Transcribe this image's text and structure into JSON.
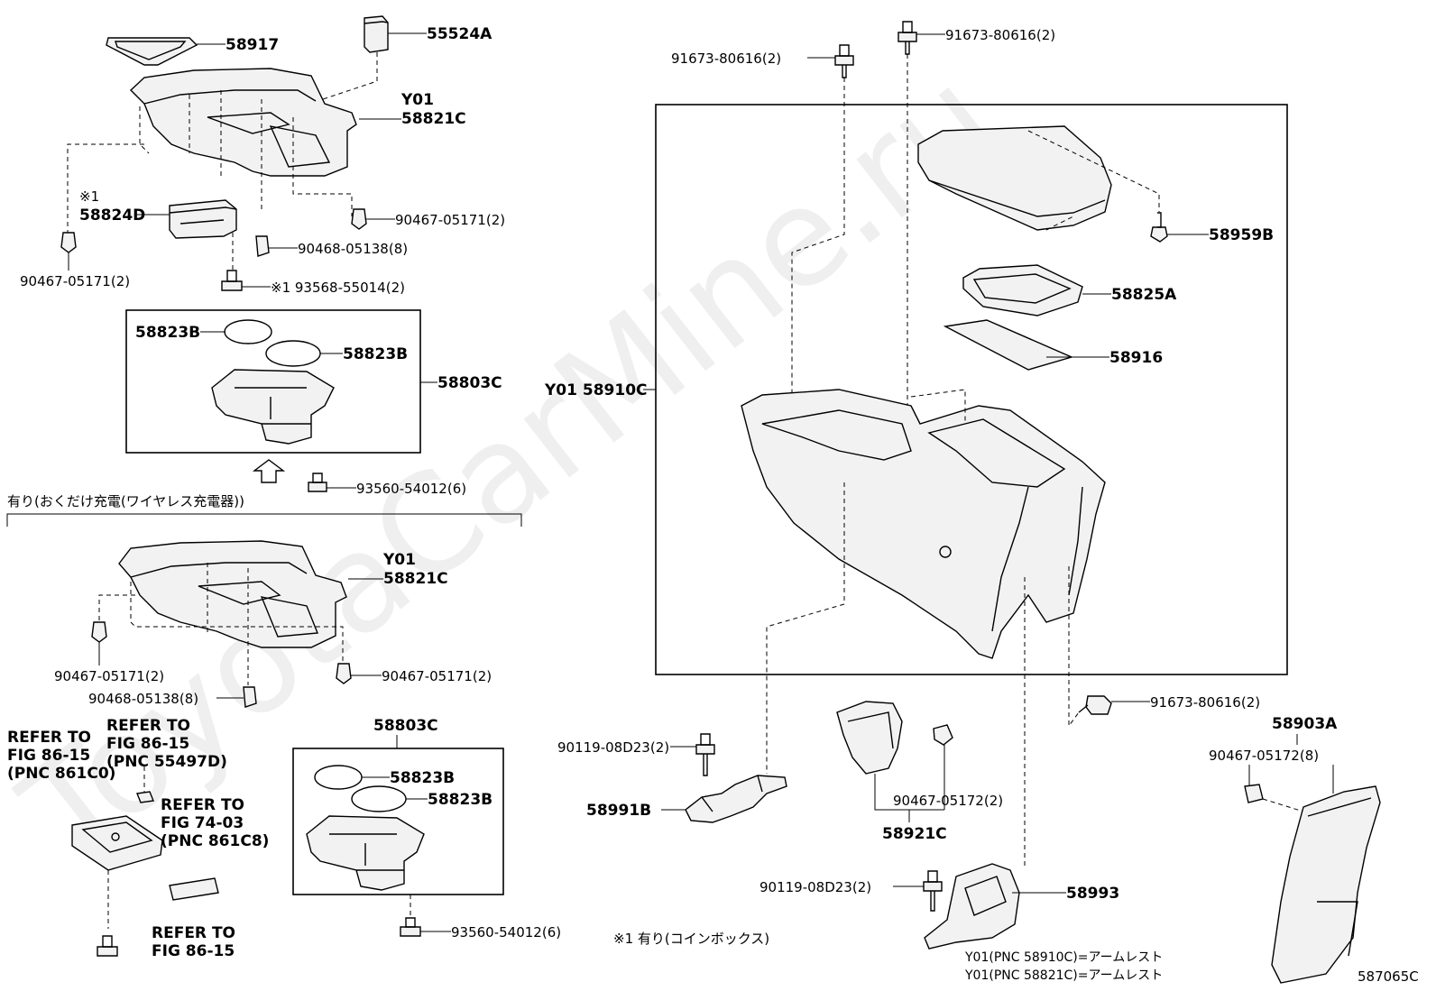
{
  "watermark": "ToyotaCarMine.ru",
  "diagram_code": "587065C",
  "notes": {
    "wireless": "有り(おくだけ充電(ワイヤレス充電器))",
    "coinbox": "※1 有り(コインボックス)",
    "legend1": "Y01(PNC 58910C)=アームレスト",
    "legend2": "Y01(PNC 58821C)=アームレスト"
  },
  "labels": {
    "p58917": "58917",
    "p55524A": "55524A",
    "y01a": "Y01",
    "p58821C_a": "58821C",
    "star1": "※1",
    "p58824D": "58824D",
    "c9046705171a": "90467-05171(2)",
    "c9046705171b": "90467-05171(2)",
    "c9046805138a": "90468-05138(8)",
    "c9356855014": "※1 93568-55014(2)",
    "p58823B_a": "58823B",
    "p58823B_b": "58823B",
    "p58803C_a": "58803C",
    "c9356054012a": "93560-54012(6)",
    "y01b": "Y01",
    "p58821C_b": "58821C",
    "c9046705171c": "90467-05171(2)",
    "c9046705171d": "90467-05171(2)",
    "c9046805138b": "90468-05138(8)",
    "ref1": [
      "REFER TO",
      "FIG 86-15",
      "(PNC 861C0)"
    ],
    "ref2": [
      "REFER TO",
      "FIG 86-15",
      "(PNC 55497D)"
    ],
    "ref3": [
      "REFER TO",
      "FIG 74-03",
      "(PNC 861C8)"
    ],
    "ref4": [
      "REFER TO",
      "FIG 86-15"
    ],
    "p58803C_b": "58803C",
    "p58823B_c": "58823B",
    "p58823B_d": "58823B",
    "c9356054012b": "93560-54012(6)",
    "c9167380616a": "91673-80616(2)",
    "c9167380616b": "91673-80616(2)",
    "c9167380616c": "91673-80616(2)",
    "p58959B": "58959B",
    "p58825A": "58825A",
    "p58916": "58916",
    "p58910C": "Y01 58910C",
    "c90119a": "90119-08D23(2)",
    "p58991B": "58991B",
    "c9046705172a": "90467-05172(2)",
    "p58921C": "58921C",
    "c90119b": "90119-08D23(2)",
    "p58993": "58993",
    "p58903A": "58903A",
    "c9046705172b": "90467-05172(8)"
  }
}
